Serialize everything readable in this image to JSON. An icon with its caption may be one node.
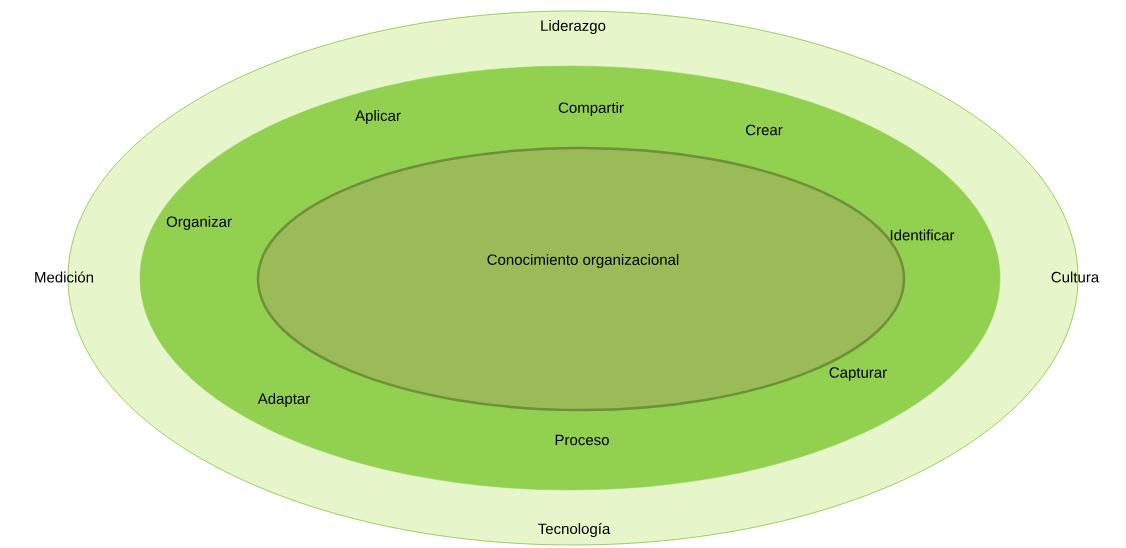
{
  "diagram": {
    "nodes": [
      {
        "text": [
          "Liderazgo",
          "Tecnología"
        ],
        "beside": [
          "Medición",
          "Cultura"
        ]
      },
      {
        "text": [
          "Compartir",
          "Aplicar",
          "Crear",
          "Organizar",
          "Identificar",
          "Adaptar",
          "Capturar",
          "Proceso"
        ],
        "in": 0
      },
      {
        "text": [
          "Conocimiento organizacional"
        ],
        "in": 1
      }
    ]
  }
}
